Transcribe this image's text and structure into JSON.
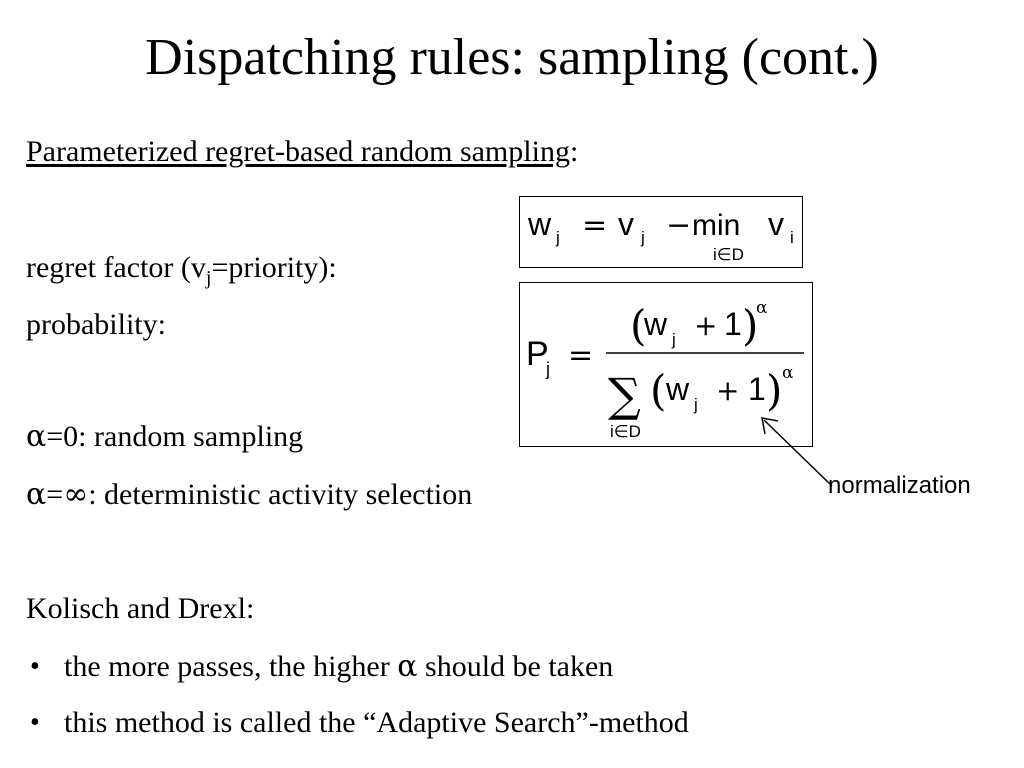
{
  "title": "Dispatching rules: sampling (cont.)",
  "heading": {
    "text": "Parameterized regret-based random sampling",
    "colon": ":"
  },
  "regret_factor": {
    "prefix": "regret factor (v",
    "sub": "j",
    "suffix": "=priority):"
  },
  "probability_label": "probability:",
  "alpha_zero": {
    "symbol": "α",
    "text": "=0: random sampling"
  },
  "alpha_inf": {
    "symbol": "α",
    "eq": "=",
    "inf": "∞",
    "text": ": deterministic activity selection"
  },
  "kolisch": "Kolisch and Drexl:",
  "bullets": {
    "marker": "•",
    "b1_before": "the more passes, the higher ",
    "b1_alpha": "α",
    "b1_after": " should be taken",
    "b2": "this method is called the “Adaptive Search”-method"
  },
  "formula_w": {
    "w": "w",
    "j": "j",
    "eq": "=",
    "v": "v",
    "minus": "−",
    "min": "min",
    "i": "i",
    "set": "i∈D"
  },
  "formula_p": {
    "P": "P",
    "j": "j",
    "eq": "=",
    "lparen": "(",
    "rparen": ")",
    "w": "w",
    "plus": "+",
    "one": "1",
    "alpha": "α",
    "sum": "∑",
    "set": "i∈D"
  },
  "annotation": "normalization"
}
